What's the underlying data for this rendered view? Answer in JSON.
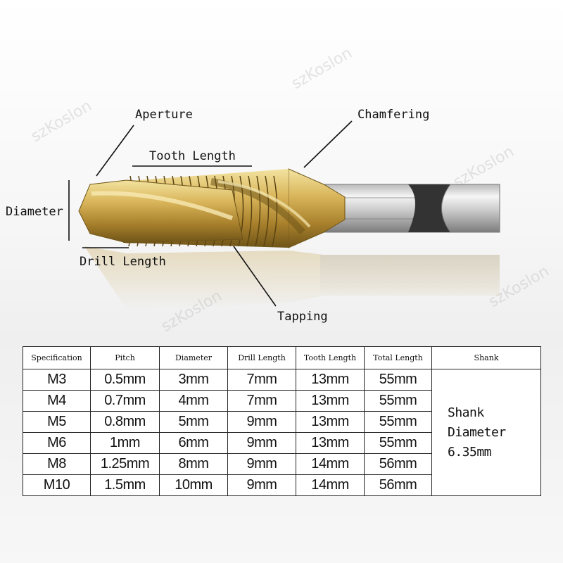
{
  "watermark": "szKoslon",
  "labels": {
    "aperture": "Aperture",
    "chamfering": "Chamfering",
    "tooth_length": "Tooth Length",
    "diameter": "Diameter",
    "drill_length": "Drill Length",
    "tapping": "Tapping"
  },
  "table": {
    "headers": [
      "Specification",
      "Pitch",
      "Diameter",
      "Drill Length",
      "Tooth Length",
      "Total Length",
      "Shank"
    ],
    "rows": [
      [
        "M3",
        "0.5mm",
        "3mm",
        "7mm",
        "13mm",
        "55mm"
      ],
      [
        "M4",
        "0.7mm",
        "4mm",
        "7mm",
        "13mm",
        "55mm"
      ],
      [
        "M5",
        "0.8mm",
        "5mm",
        "9mm",
        "13mm",
        "55mm"
      ],
      [
        "M6",
        "1mm",
        "6mm",
        "9mm",
        "13mm",
        "55mm"
      ],
      [
        "M8",
        "1.25mm",
        "8mm",
        "9mm",
        "14mm",
        "56mm"
      ],
      [
        "M10",
        "1.5mm",
        "10mm",
        "9mm",
        "14mm",
        "56mm"
      ]
    ],
    "shank_lines": [
      "Shank",
      "Diameter",
      "6.35mm"
    ]
  }
}
